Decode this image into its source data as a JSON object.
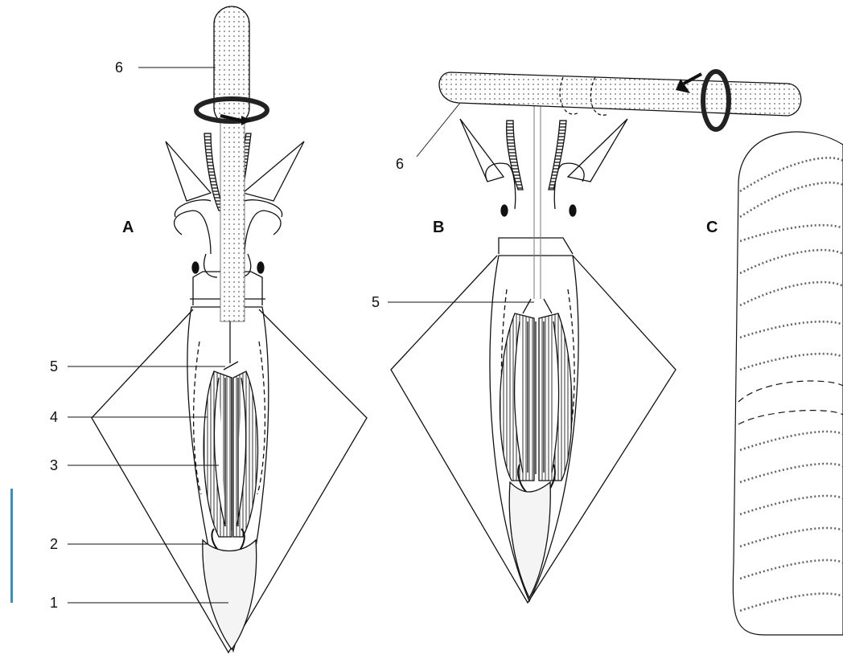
{
  "accent_color": "#1a9be0",
  "panels": {
    "a": "A",
    "b": "B",
    "c": "C"
  },
  "labels_a": [
    "6",
    "5",
    "4",
    "3",
    "2",
    "1"
  ],
  "labels_b": [
    "6",
    "5"
  ]
}
